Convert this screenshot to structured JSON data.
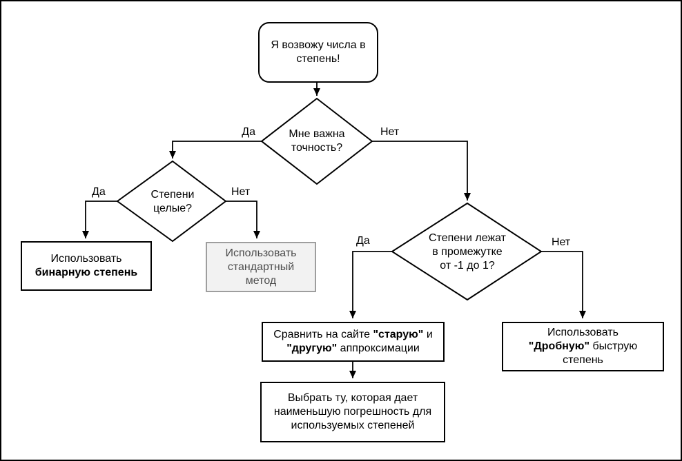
{
  "diagram": {
    "title": "Flowchart: choosing a power (exponentiation) method",
    "colors": {
      "background": "#ffffff",
      "line": "#000000",
      "node_border": "#000000",
      "node_fill": "#ffffff",
      "text": "#000000",
      "disabled_fill": "#f2f2f2",
      "disabled_border": "#9e9e9e",
      "disabled_text": "#4d4d4d"
    },
    "nodes": {
      "start": {
        "line1": "Я возвожу числа в",
        "line2": "степень!"
      },
      "q_accuracy": {
        "line1": "Мне важна",
        "line2": "точность?"
      },
      "q_integers": {
        "line1": "Степени",
        "line2": "целые?"
      },
      "q_range": {
        "line1": "Степени лежат",
        "line2": "в промежутке",
        "line3": "от -1 до 1?"
      },
      "use_binary": {
        "line1": "Использовать",
        "line2_bold": "бинарную степень"
      },
      "use_standard": {
        "line1": "Использовать",
        "line2": "стандартный",
        "line3": "метод"
      },
      "compare": {
        "seg1": "Сравнить на сайте ",
        "seg2_bold": "\"старую\"",
        "seg3": " и",
        "seg4_bold": "\"другую\"",
        "seg5": " аппроксимации"
      },
      "choose": {
        "line1": "Выбрать ту, которая дает",
        "line2": "наименьшую погрешность для",
        "line3": "используемых степеней"
      },
      "use_fractional": {
        "line1": "Использовать",
        "seg2_bold": "\"Дробную\"",
        "seg3": " быструю",
        "line3": "степень"
      }
    },
    "edge_labels": {
      "accuracy_yes": "Да",
      "accuracy_no": "Нет",
      "integers_yes": "Да",
      "integers_no": "Нет",
      "range_yes": "Да",
      "range_no": "Нет"
    }
  }
}
